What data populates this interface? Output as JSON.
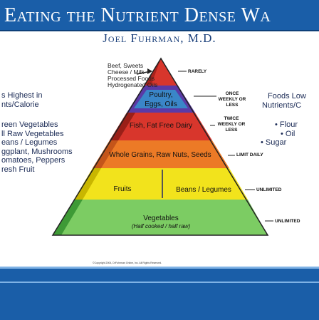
{
  "header": {
    "title": "Eating the Nutrient Dense Wa",
    "author": "Joel Fuhrman, M.D."
  },
  "top_callout": {
    "lines": [
      "Beef, Sweets",
      "Cheese / Milk",
      "Processed Foods",
      "Hydrogenated Oils"
    ]
  },
  "left_panel": {
    "heading": [
      "s Highest in",
      "nts/Calorie"
    ],
    "items": [
      "reen Vegetables",
      "ll Raw Vegetables",
      "eans / Legumes",
      "ggplant, Mushrooms",
      "omatoes, Peppers",
      "resh Fruit"
    ]
  },
  "right_panel": {
    "heading": [
      "Foods Low",
      "Nutrients/C"
    ],
    "items": [
      "Flour",
      "Oil",
      "Sugar"
    ],
    "bullet": "•"
  },
  "tiers": {
    "poultry": "Poultry, Eggs, Oils",
    "fish": "Fish, Fat Free Dairy",
    "grains": "Whole Grains, Raw Nuts, Seeds",
    "fruits": "Fruits",
    "beans": "Beans / Legumes",
    "veg_title": "Vegetables",
    "veg_sub": "(Half cooked / half raw)"
  },
  "frequencies": {
    "rarely": "RARELY",
    "weekly": "ONCE WEEKLY OR LESS",
    "twice": "TWICE WEEKLY OR LESS",
    "daily": "LIMIT DAILY",
    "unlimited_1": "UNLIMITED",
    "unlimited_2": "UNLIMITED"
  },
  "copyright": "©Copyright 2004, DrFuhrman Online, Inc. All Rights Reserved.",
  "colors": {
    "banner": "#1a5ea8",
    "red_tier": "#d8362c",
    "purple_tier": "#5a3aa6",
    "blue_tier": "#3a86c8",
    "orange_tier": "#ec7a26",
    "yellow_tier": "#f2e31c",
    "green_tier": "#7ccc63"
  }
}
